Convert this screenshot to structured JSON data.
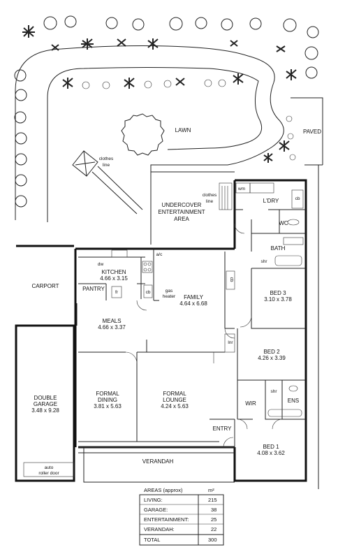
{
  "site": {
    "lawn": "LAWN",
    "paved": "PAVED",
    "clothes_line_1": "clothes",
    "clothes_line_1b": "line",
    "clothes_line_2": "clothes",
    "clothes_line_2b": "line"
  },
  "rooms": {
    "undercover": {
      "l1": "UNDERCOVER",
      "l2": "ENTERTAINMENT",
      "l3": "AREA"
    },
    "laundry": "L'DRY",
    "wm": "wm",
    "cb_laundry": "cb",
    "wc": "WC",
    "bath": "BATH",
    "shr_bath": "shr",
    "kitchen": {
      "name": "KITCHEN",
      "size": "4.66 x 3.15"
    },
    "dw": "dw",
    "ac": "a/c",
    "pantry": "PANTRY",
    "fridge": "fr",
    "cb_kitchen": "cb",
    "gas_heater": {
      "l1": "gas",
      "l2": "heater"
    },
    "family": {
      "name": "FAMILY",
      "size": "4.64 x 6.68"
    },
    "cb_hall": "cb",
    "bed3": {
      "name": "BED 3",
      "size": "3.10 x 3.78"
    },
    "carport": "CARPORT",
    "meals": {
      "name": "MEALS",
      "size": "4.66 x 3.37"
    },
    "lnr": "lnr",
    "bed2": {
      "name": "BED 2",
      "size": "4.26 x 3.39"
    },
    "garage": {
      "l1": "DOUBLE",
      "l2": "GARAGE",
      "size": "3.48 x 9.28"
    },
    "dining": {
      "l1": "FORMAL",
      "l2": "DINING",
      "size": "3.81 x 5.63"
    },
    "lounge": {
      "l1": "FORMAL",
      "l2": "LOUNGE",
      "size": "4.24 x 5.63"
    },
    "wir": "WIR",
    "shr_ens": "shr",
    "ens": "ENS",
    "entry": "ENTRY",
    "bed1": {
      "name": "BED 1",
      "size": "4.08 x 3.62"
    },
    "auto_door": {
      "l1": "auto",
      "l2": "roller door"
    },
    "verandah": "VERANDAH"
  },
  "areas": {
    "title": "AREAS (approx)",
    "unit": "m²",
    "rows": [
      {
        "label": "LIVING:",
        "value": "215"
      },
      {
        "label": "GARAGE:",
        "value": "38"
      },
      {
        "label": "ENTERTAINMENT:",
        "value": "25"
      },
      {
        "label": "VERANDAH:",
        "value": "22"
      }
    ],
    "total": {
      "label": "TOTAL",
      "value": "300"
    }
  }
}
